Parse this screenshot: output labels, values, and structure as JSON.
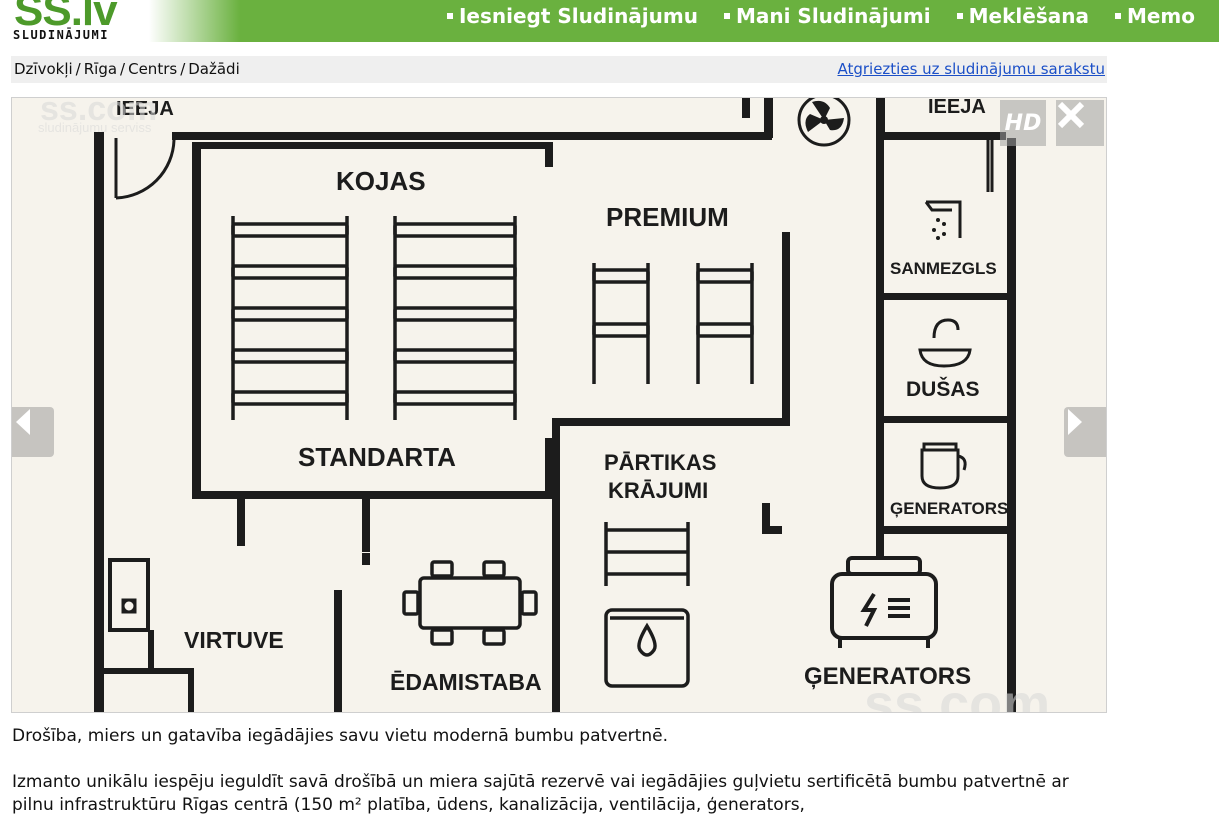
{
  "header": {
    "logo": "SS.lv",
    "logo_sub": "SLUDINĀJUMI",
    "brand_color": "#6ab13f",
    "nav": [
      {
        "label": "Iesniegt Sludinājumu"
      },
      {
        "label": "Mani Sludinājumi"
      },
      {
        "label": "Meklēšana"
      },
      {
        "label": "Memo"
      }
    ]
  },
  "breadcrumb": {
    "items": [
      "Dzīvokļi",
      "Rīga",
      "Centrs",
      "Dažādi"
    ],
    "separator": "/",
    "back_link": "Atgriezties uz sludinājumu sarakstu"
  },
  "viewer": {
    "hd_label": "HD",
    "watermark": "ss.com",
    "watermark_sub": "sludinājumu serviss",
    "floorplan": {
      "rooms": {
        "entry_left": "IEEJA",
        "entry_right": "IEEJA",
        "kojas": "KOJAS",
        "premium": "PREMIUM",
        "sanmezgls": "SANMEZGLS",
        "dusas": "DUŠAS",
        "standarta": "STANDARTA",
        "partikas_1": "PĀRTIKAS",
        "partikas_2": "KRĀJUMI",
        "generators_small": "ĢENERATORS",
        "virtuve": "VIRTUVE",
        "edamistaba": "ĒDAMISTABA",
        "generators_big": "ĢENERATORS"
      }
    }
  },
  "description": {
    "p1": "Drošība, miers un gatavība iegādājies savu vietu modernā bumbu patvertnē.",
    "p2": "Izmanto unikālu iespēju ieguldīt savā drošībā un miera sajūtā rezervē vai iegādājies guļvietu sertificētā bumbu patvertnē ar pilnu infrastruktūru Rīgas centrā (150 m² platība, ūdens, kanalizācija, ventilācija, ģenerators,"
  }
}
